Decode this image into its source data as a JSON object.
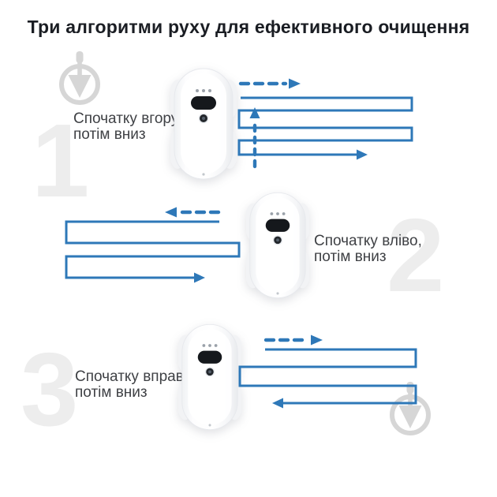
{
  "header": {
    "title": "Три алгоритми руху для ефективного очищення"
  },
  "colors": {
    "accent_blue": "#2e78b8",
    "watermark_gray": "#cfcfcf",
    "number_gray": "#ededed",
    "title_text": "#1a1d23",
    "body_text": "#3f4145",
    "background": "#ffffff"
  },
  "icons": {
    "watermark": "circle-down-arrow-icon",
    "figure": "window-cleaning-robot-image"
  },
  "sections": [
    {
      "number": "1",
      "label_line1": "Спочатку вгору,",
      "label_line2": "потім вниз",
      "dashed_arrow_direction": "right",
      "start_arrow_direction": "up",
      "pattern": "serpentine-downward"
    },
    {
      "number": "2",
      "label_line1": "Спочатку вліво,",
      "label_line2": "потім вниз",
      "dashed_arrow_direction": "left",
      "pattern": "serpentine-downward-from-right"
    },
    {
      "number": "3",
      "label_line1": "Спочатку вправо,",
      "label_line2": "потім вниз",
      "dashed_arrow_direction": "right",
      "pattern": "serpentine-downward-from-left"
    }
  ]
}
